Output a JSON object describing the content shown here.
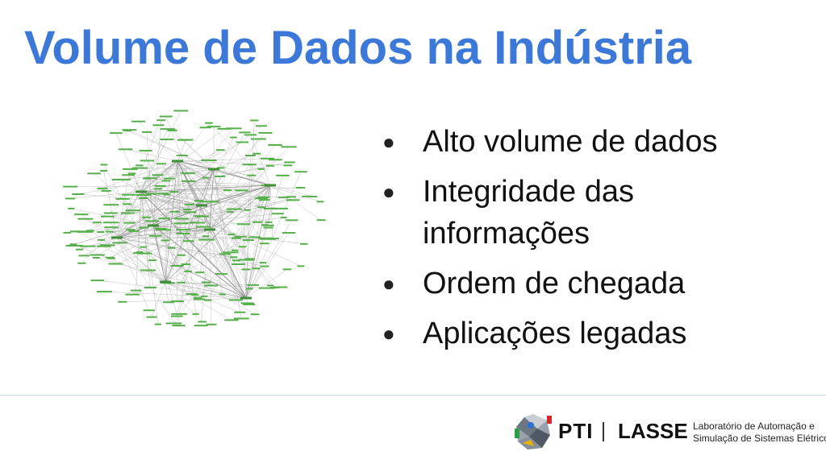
{
  "slide": {
    "title": "Volume de Dados na Indústria",
    "bullets": [
      "Alto volume de dados",
      "Integridade das informações",
      "Ordem de chegada",
      "Aplicações legadas"
    ],
    "bullet_glyph": "●",
    "colors": {
      "title": "#3c78d8",
      "graph_nodes": "#55b04a",
      "graph_edges": "#b0b0b0",
      "divider": "#c9d9ee"
    }
  },
  "footer": {
    "logo_pti": "PTI",
    "logo_lasse": "LASSE",
    "lab_line1": "Laboratório de Automação e",
    "lab_line2": "Simulação de Sistemas Elétricos"
  }
}
